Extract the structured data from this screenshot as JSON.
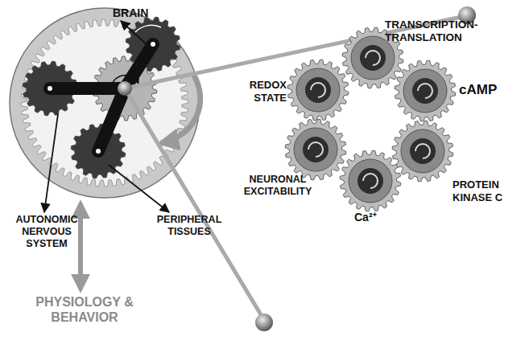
{
  "diagram": {
    "labels": [
      "BRAIN",
      "TRANSCRIPTION-TRANSLATION",
      "REDOX STATE",
      "cAMP",
      "NEURONAL EXCITABILITY",
      "PROTEIN KINASE C",
      "Ca²⁺",
      "AUTONOMIC NERVOUS SYSTEM",
      "PERIPHERAL TISSUES",
      "PHYSIOLOGY & BEHAVIOR"
    ]
  }
}
